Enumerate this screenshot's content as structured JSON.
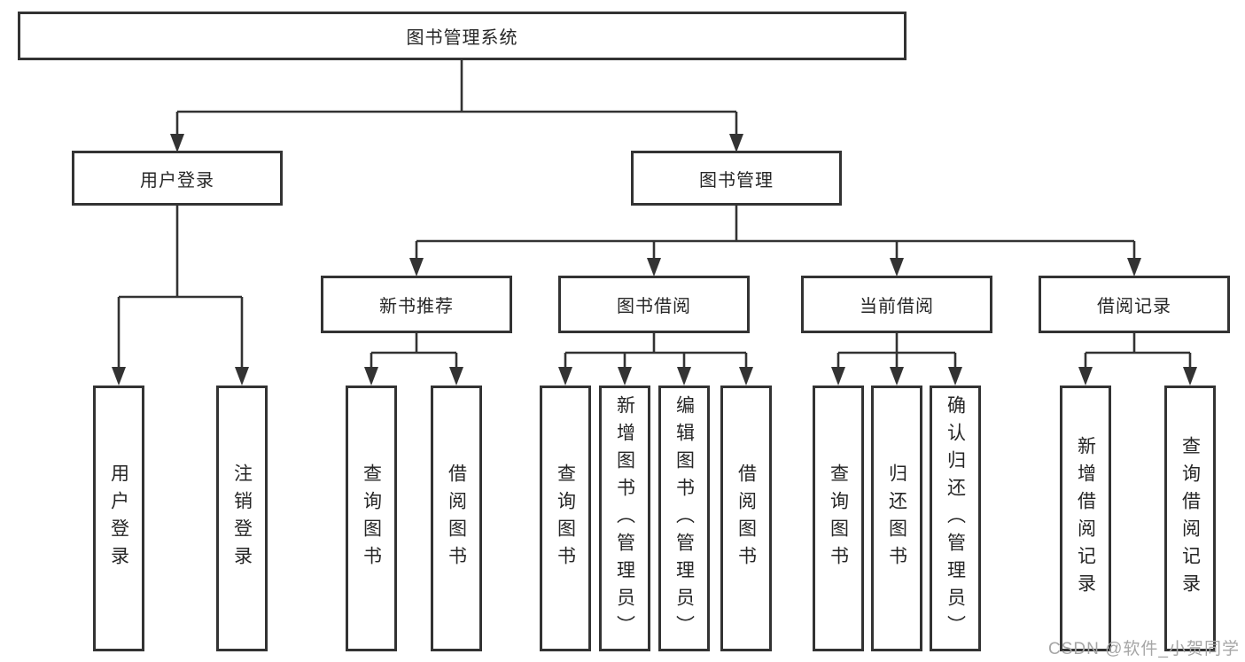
{
  "diagram": {
    "root": {
      "label": "图书管理系统"
    },
    "level2": [
      {
        "label": "用户登录"
      },
      {
        "label": "图书管理"
      }
    ],
    "level3": [
      {
        "label": "新书推荐"
      },
      {
        "label": "图书借阅"
      },
      {
        "label": "当前借阅"
      },
      {
        "label": "借阅记录"
      }
    ],
    "leaves": {
      "user_login": [
        {
          "label": "用户登录"
        },
        {
          "label": "注销登录"
        }
      ],
      "new_book": [
        {
          "label": "查询图书"
        },
        {
          "label": "借阅图书"
        }
      ],
      "book_borrow": [
        {
          "label": "查询图书"
        },
        {
          "label": "新增图书（管理员）"
        },
        {
          "label": "编辑图书（管理员）"
        },
        {
          "label": "借阅图书"
        }
      ],
      "current_borrow": [
        {
          "label": "查询图书"
        },
        {
          "label": "归还图书"
        },
        {
          "label": "确认归还（管理员）"
        }
      ],
      "borrow_records": [
        {
          "label": "新增借阅记录"
        },
        {
          "label": "查询借阅记录"
        }
      ]
    }
  },
  "watermark": {
    "text": "CSDN @软件_小贺同学"
  },
  "colors": {
    "line": "#333333",
    "text": "#262626",
    "watermark": "#a6a6a6",
    "background": "#ffffff"
  }
}
